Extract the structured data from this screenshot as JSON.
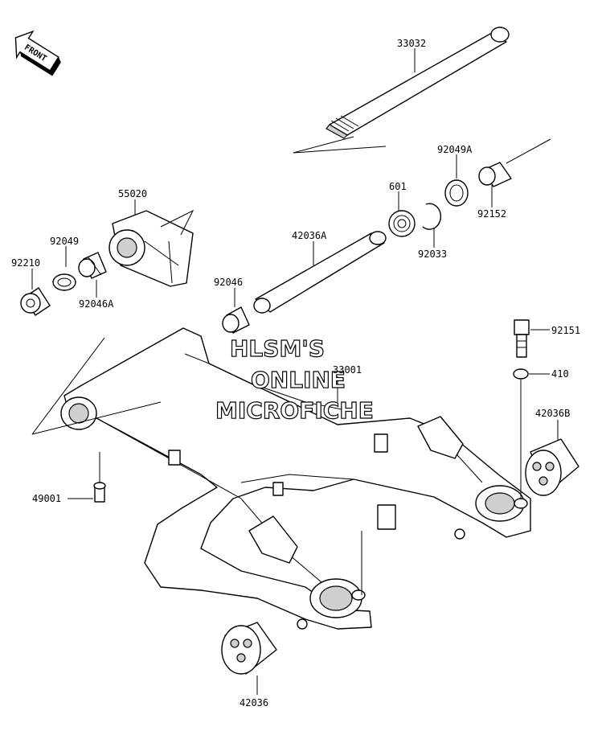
{
  "direction_badge": "FRONT",
  "watermark": {
    "line1": "HLSM'S",
    "line2": "ONLINE",
    "line3": "MICROFICHE"
  },
  "callouts": {
    "p33032": "33032",
    "p92049A": "92049A",
    "p601": "601",
    "p55020": "55020",
    "p42036A": "42036A",
    "p92049": "92049",
    "p92210": "92210",
    "p92046A": "92046A",
    "p92033": "92033",
    "p92152": "92152",
    "p92046": "92046",
    "p92151": "92151",
    "p33001": "33001",
    "p410": "410",
    "p42036B": "42036B",
    "p49001": "49001",
    "p42036": "42036"
  }
}
